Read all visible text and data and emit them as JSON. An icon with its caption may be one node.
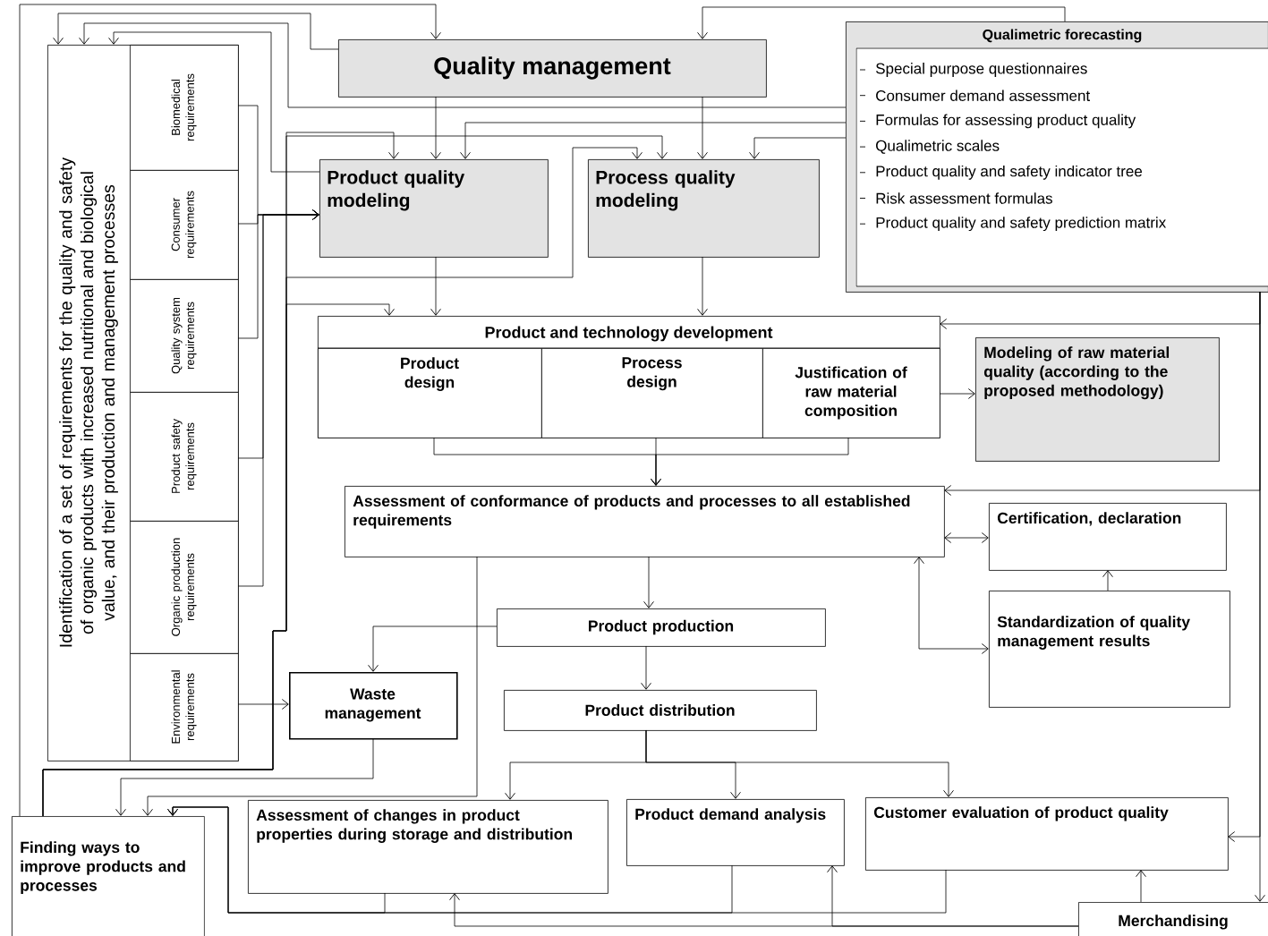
{
  "diagram": {
    "nodes": [
      {
        "text": [
          "Identification of a set of requirements for the quality and safety of organic products with increased nutritional and biological value, and their production and management processes"
        ]
      },
      {
        "text": [
          "Biomedical requirements"
        ],
        "in": 0
      },
      {
        "text": [
          "Consumer requirements"
        ],
        "in": 0
      },
      {
        "text": [
          "Quality system requirements"
        ],
        "in": 0
      },
      {
        "text": [
          "Product safety requirements"
        ],
        "in": 0
      },
      {
        "text": [
          "Organic production requirements"
        ],
        "in": 0
      },
      {
        "text": [
          "Environmental requirements"
        ],
        "in": 0
      },
      {
        "text": [
          "Quality management"
        ]
      },
      {
        "text": [
          "Qualimetric forecasting",
          "Special purpose questionnaires",
          "Consumer demand assessment",
          "Formulas for assessing product quality",
          "Qualimetric scales",
          "Product quality and safety indicator tree",
          "Risk assessment formulas",
          "Product quality and safety prediction matrix"
        ]
      },
      {
        "text": [
          "Product quality modeling"
        ]
      },
      {
        "text": [
          "Process quality modeling"
        ]
      },
      {
        "text": [
          "Product and technology development"
        ]
      },
      {
        "text": [
          "Product design"
        ],
        "in": 11
      },
      {
        "text": [
          "Process design"
        ],
        "in": 11
      },
      {
        "text": [
          "Justification of raw material composition"
        ],
        "in": 11
      },
      {
        "text": [
          "Modeling of raw material quality (according to the proposed methodology)"
        ]
      },
      {
        "text": [
          "Assessment of conformance of products and processes to all established requirements"
        ]
      },
      {
        "text": [
          "Certification, declaration"
        ]
      },
      {
        "text": [
          "Standardization of quality management results"
        ]
      },
      {
        "text": [
          "Product production"
        ]
      },
      {
        "text": [
          "Waste management"
        ]
      },
      {
        "text": [
          "Product distribution"
        ]
      },
      {
        "text": [
          "Assessment of changes in product properties during storage and distribution"
        ]
      },
      {
        "text": [
          "Product demand analysis"
        ]
      },
      {
        "text": [
          "Customer evaluation of product quality"
        ]
      },
      {
        "text": [
          "Finding ways to improve products and processes"
        ]
      },
      {
        "text": [
          "Merchandising"
        ]
      }
    ],
    "edges": [
      {
        "from": 25,
        "to": 7,
        "arrow": "to"
      },
      {
        "from": 8,
        "to": 7,
        "arrow": "to"
      },
      {
        "from": 7,
        "to": 0,
        "arrow": "to"
      },
      {
        "from": 8,
        "to": 0,
        "arrow": "to"
      },
      {
        "from": 9,
        "to": 0,
        "arrow": "to"
      },
      {
        "from": 7,
        "to": 9,
        "arrow": "to"
      },
      {
        "from": 7,
        "to": 10,
        "arrow": "to"
      },
      {
        "from": 8,
        "to": 9,
        "arrow": "to"
      },
      {
        "from": 8,
        "to": 10,
        "arrow": "to"
      },
      {
        "from": 25,
        "to": 9,
        "arrow": "to"
      },
      {
        "from": 25,
        "to": 10,
        "arrow": "to"
      },
      {
        "from": 25,
        "to": 10,
        "arrow": "to"
      },
      {
        "from": 25,
        "to": 11,
        "arrow": "to"
      },
      {
        "from": 1,
        "to": 9,
        "arrow": "to"
      },
      {
        "from": 2,
        "to": 9,
        "arrow": "to"
      },
      {
        "from": 3,
        "to": 9,
        "arrow": "to"
      },
      {
        "from": 4,
        "to": 9,
        "arrow": "to"
      },
      {
        "from": 5,
        "to": 9,
        "arrow": "to"
      },
      {
        "from": 6,
        "to": 20,
        "arrow": "to"
      },
      {
        "from": 9,
        "to": 11,
        "arrow": "to"
      },
      {
        "from": 10,
        "to": 11,
        "arrow": "to"
      },
      {
        "from": 8,
        "to": 11,
        "arrow": "to"
      },
      {
        "from": 8,
        "to": 16,
        "arrow": "to"
      },
      {
        "from": 8,
        "to": 24,
        "arrow": "to"
      },
      {
        "from": 8,
        "to": 26,
        "arrow": "to"
      },
      {
        "from": 14,
        "to": 15,
        "arrow": "to"
      },
      {
        "from": 12,
        "to": 16,
        "arrow": "to"
      },
      {
        "from": 13,
        "to": 16,
        "arrow": "to"
      },
      {
        "from": 14,
        "to": 16,
        "arrow": "to"
      },
      {
        "from": 16,
        "to": 17,
        "arrow": "both"
      },
      {
        "from": 16,
        "to": 18,
        "arrow": "both"
      },
      {
        "from": 18,
        "to": 17,
        "arrow": "to"
      },
      {
        "from": 16,
        "to": 19,
        "arrow": "to"
      },
      {
        "from": 19,
        "to": 20,
        "arrow": "to"
      },
      {
        "from": 19,
        "to": 21,
        "arrow": "to"
      },
      {
        "from": 21,
        "to": 22,
        "arrow": "to"
      },
      {
        "from": 21,
        "to": 23,
        "arrow": "to"
      },
      {
        "from": 21,
        "to": 24,
        "arrow": "to"
      },
      {
        "from": 20,
        "to": 25,
        "arrow": "to"
      },
      {
        "from": 16,
        "to": 25,
        "arrow": "to"
      },
      {
        "from": 22,
        "to": 25,
        "arrow": "to"
      },
      {
        "from": 23,
        "to": 25,
        "arrow": "to"
      },
      {
        "from": 24,
        "to": 25,
        "arrow": "to"
      },
      {
        "from": 26,
        "to": 22,
        "arrow": "to"
      },
      {
        "from": 26,
        "to": 23,
        "arrow": "to"
      },
      {
        "from": 26,
        "to": 24,
        "arrow": "to"
      }
    ]
  }
}
